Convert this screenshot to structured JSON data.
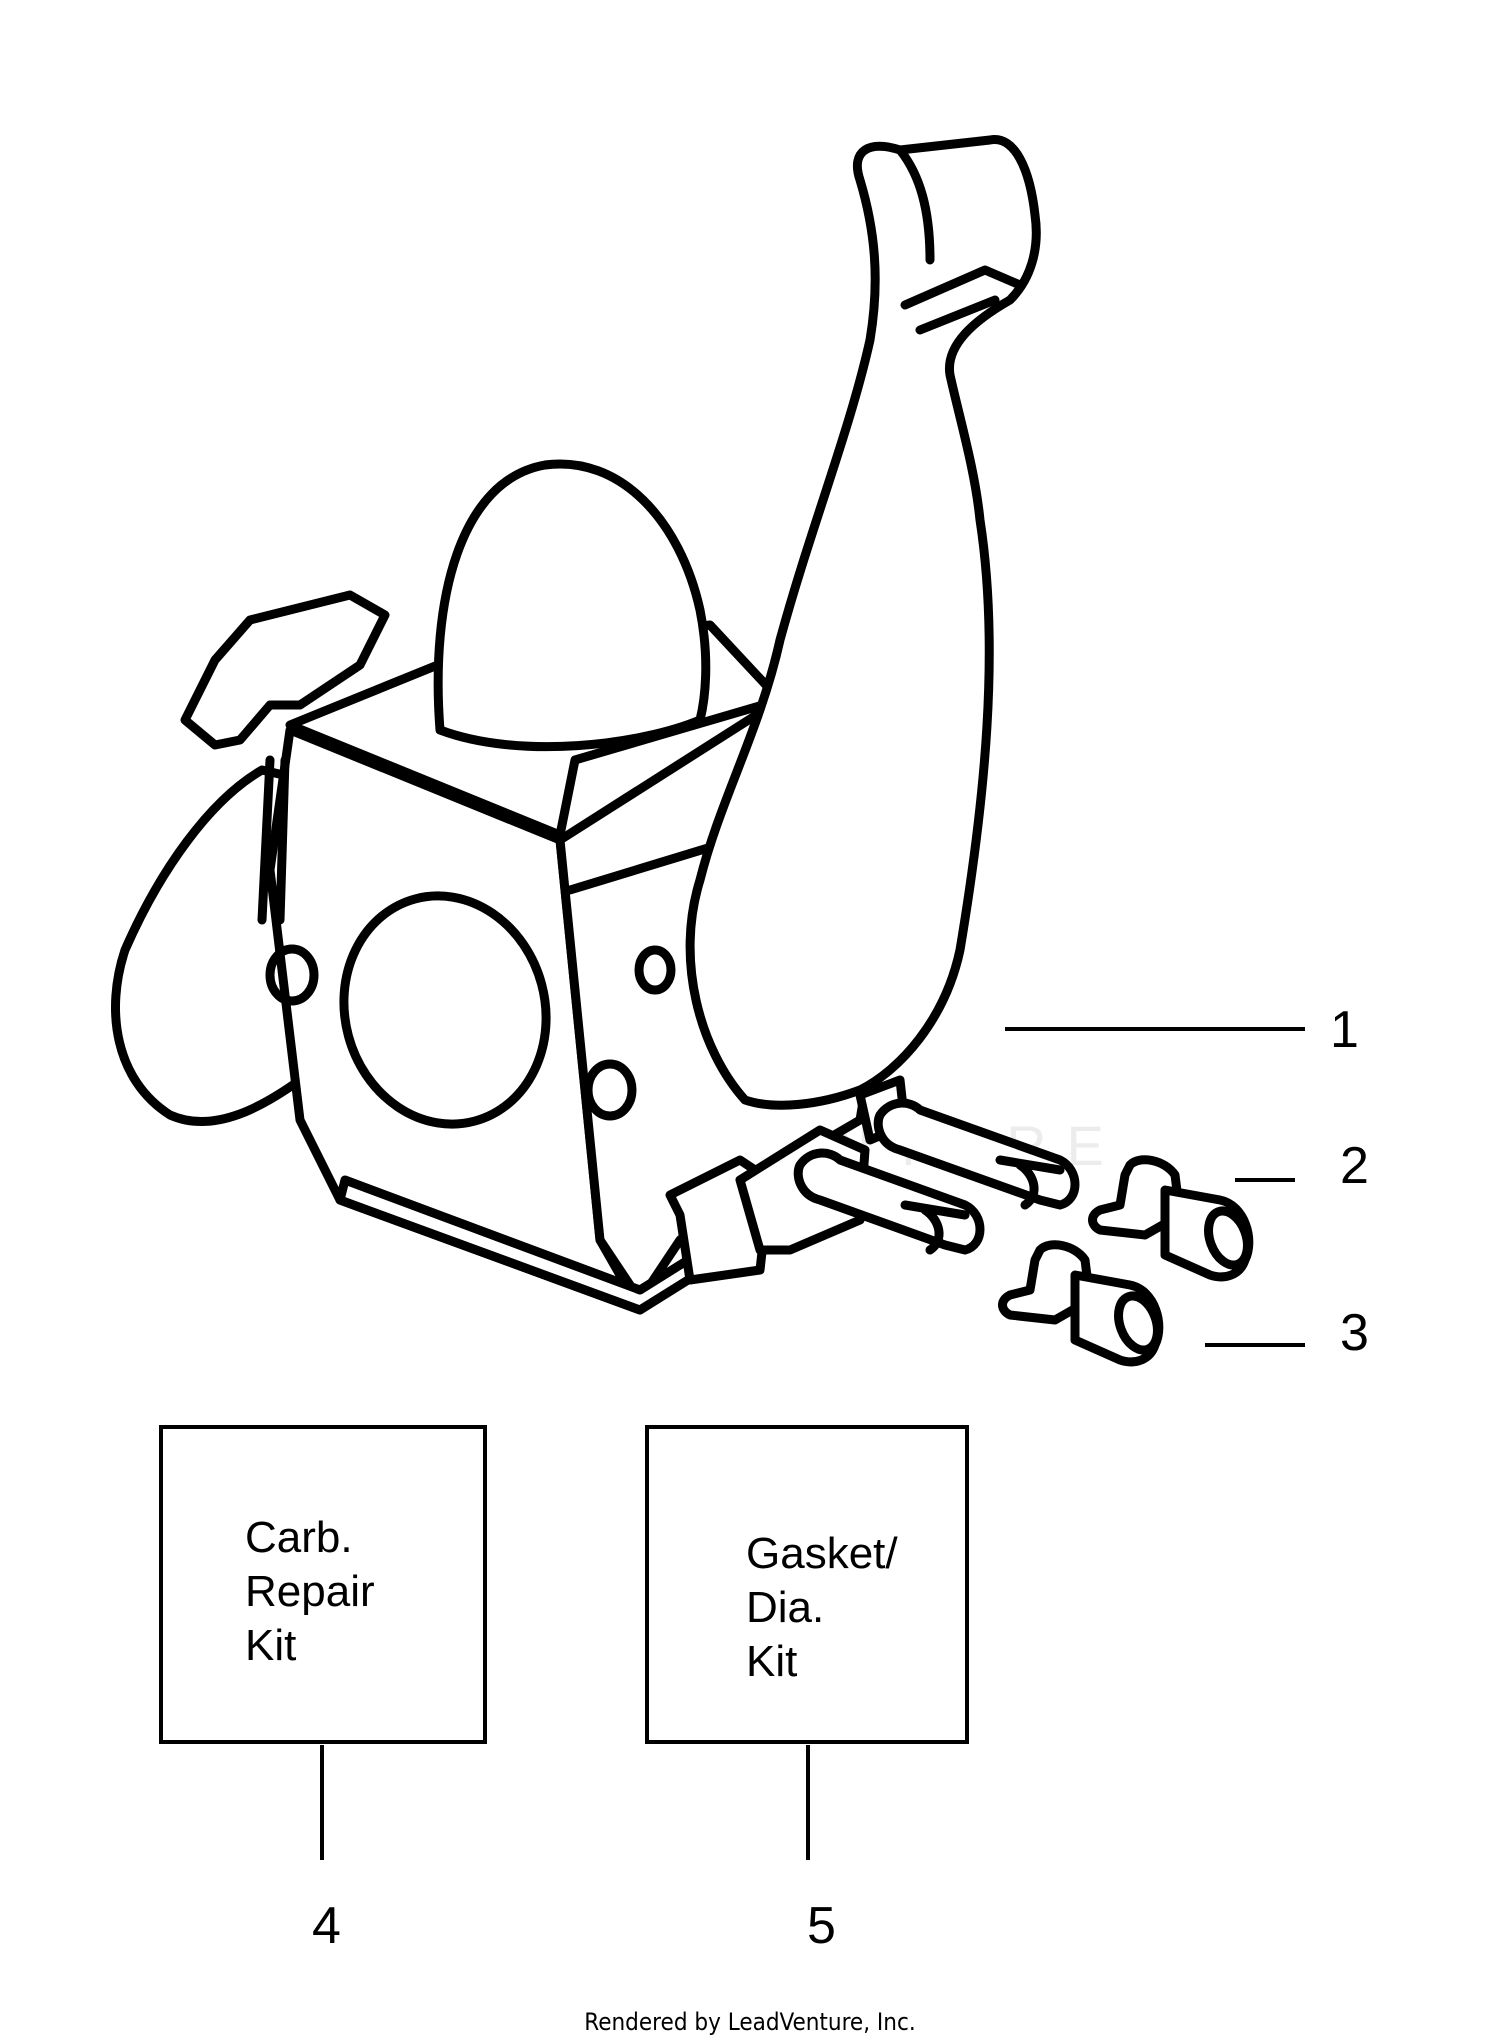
{
  "callouts": {
    "c1": "1",
    "c2": "2",
    "c3": "3",
    "c4": "4",
    "c5": "5"
  },
  "kits": {
    "carb_repair": {
      "line1": "Carb.",
      "line2": "Repair",
      "line3": "Kit"
    },
    "gasket_dia": {
      "line1": "Gasket/",
      "line2": "Dia.",
      "line3": "Kit"
    }
  },
  "footer": "Rendered by LeadVenture, Inc.",
  "watermark": "LEADVENTURE",
  "colors": {
    "ink": "#000000",
    "background": "#ffffff",
    "watermark": "#e4e4e4"
  }
}
